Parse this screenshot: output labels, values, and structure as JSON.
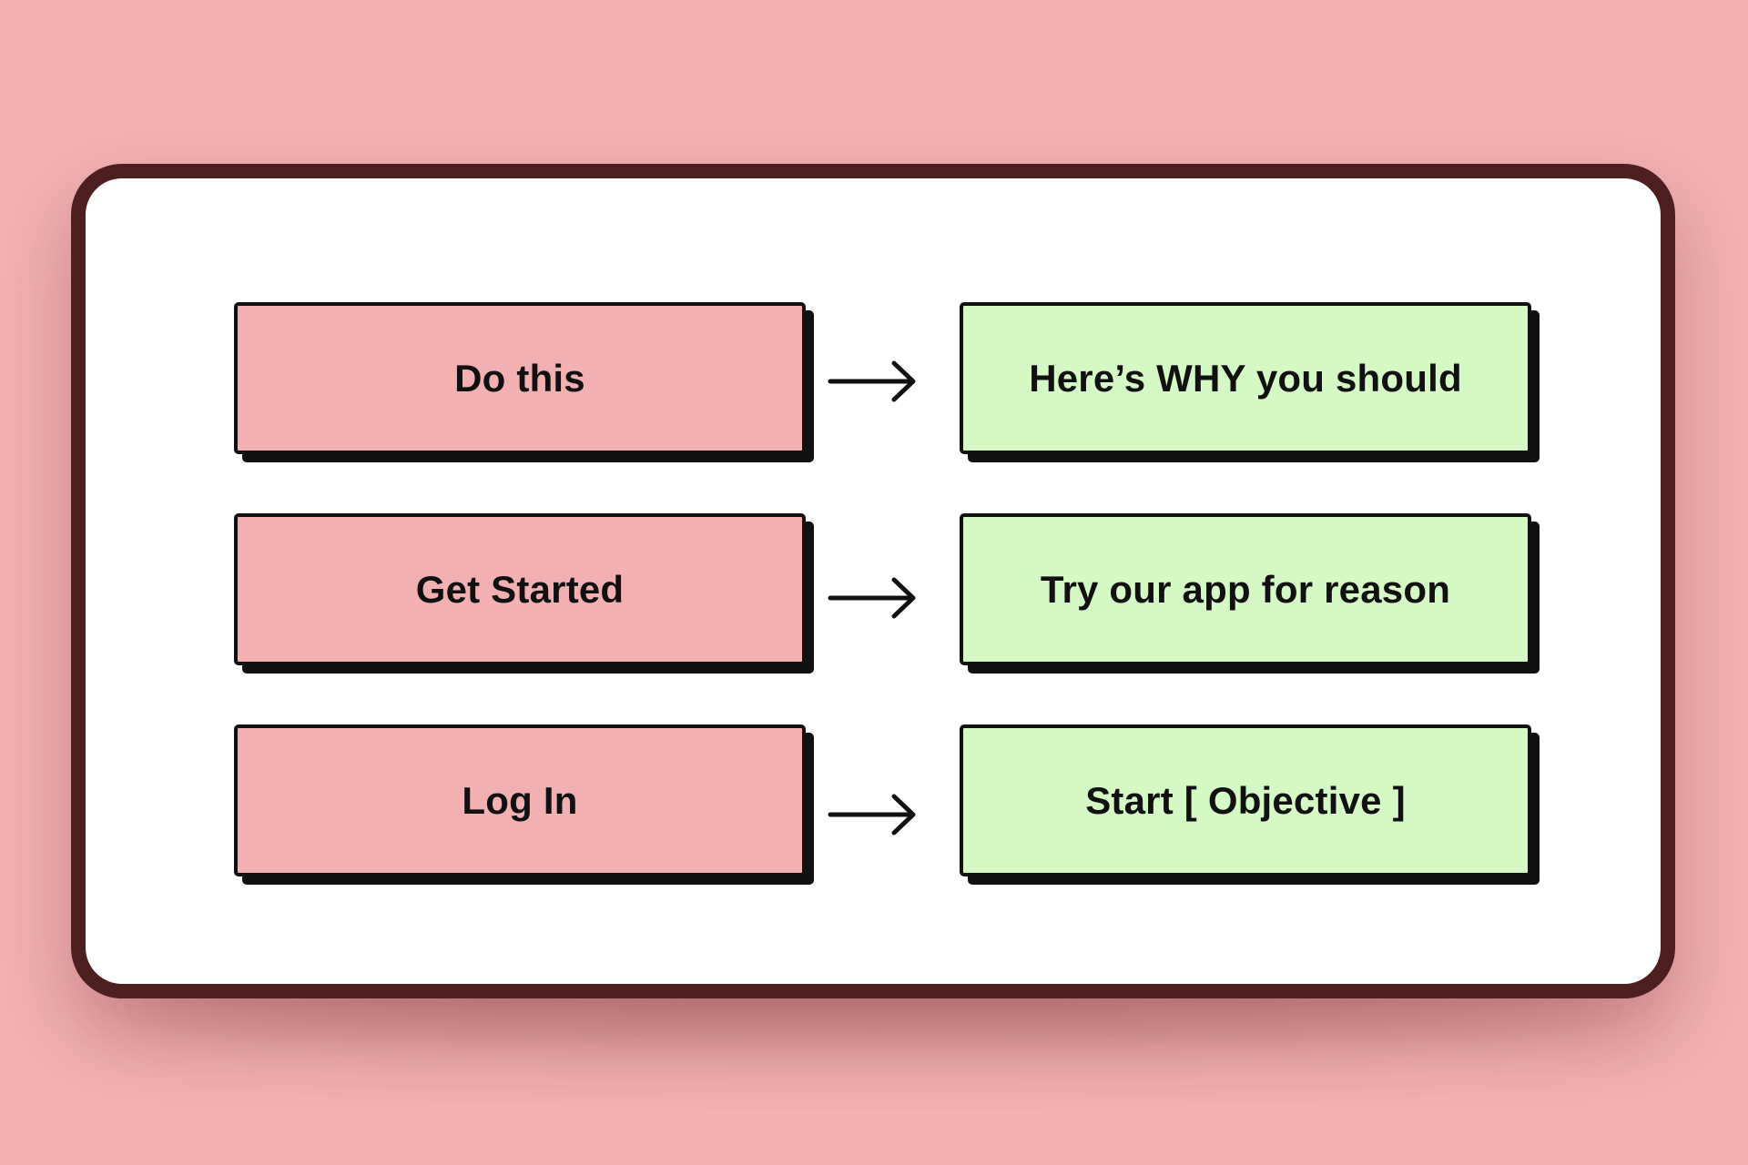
{
  "colors": {
    "background": "#f2b0b0",
    "card": "#ffffff",
    "card_border": "#4e1f1f",
    "cta_box": "#f2b0b0",
    "reason_box": "#d4f9c4",
    "outline": "#111111"
  },
  "rows": [
    {
      "cta": "Do this",
      "reason": "Here’s WHY you should"
    },
    {
      "cta": "Get Started",
      "reason": "Try our app for reason"
    },
    {
      "cta": "Log In",
      "reason": "Start [ Objective ]"
    }
  ],
  "connector_icon": "right-arrow-icon"
}
